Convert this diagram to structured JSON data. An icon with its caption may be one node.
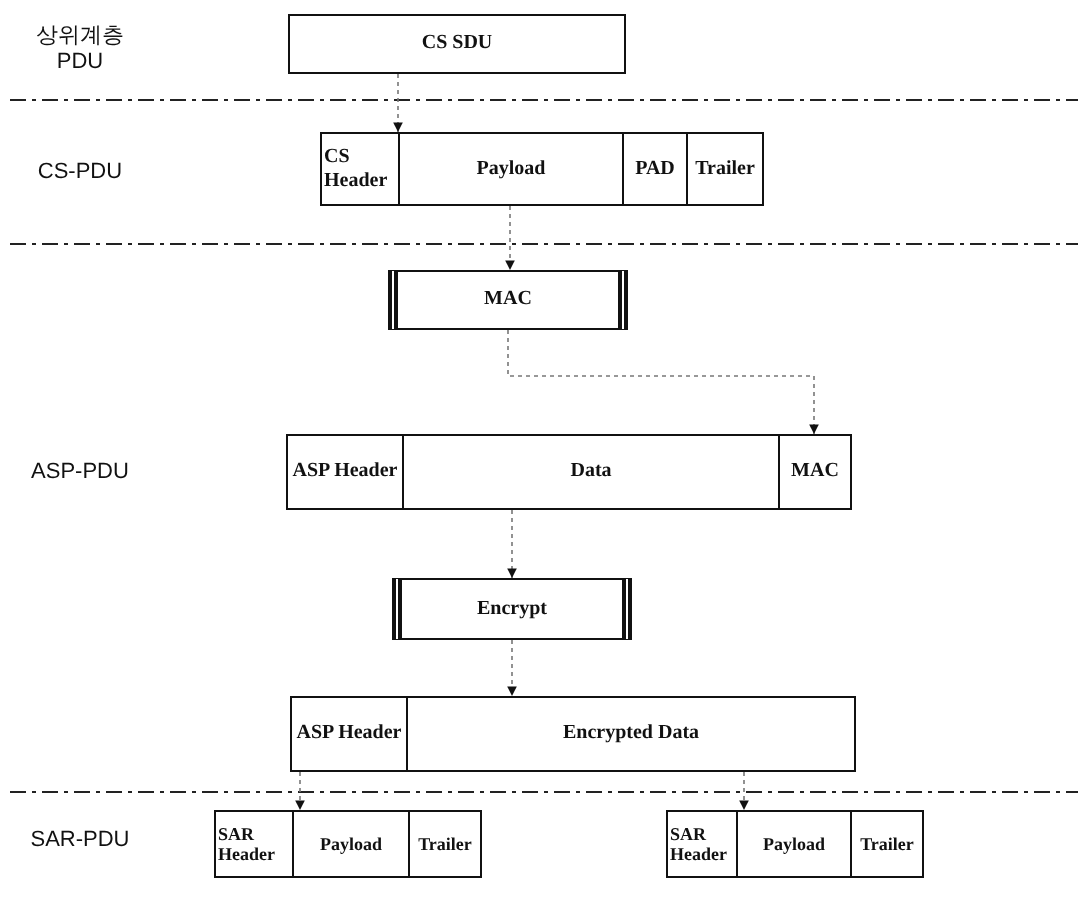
{
  "diagram": {
    "nodes": [
      {
        "text": [
          "CS SDU"
        ]
      },
      {
        "text": [
          "CS Header"
        ]
      },
      {
        "text": [
          "Payload"
        ]
      },
      {
        "text": [
          "PAD"
        ]
      },
      {
        "text": [
          "Trailer"
        ]
      },
      {
        "text": [
          "MAC"
        ]
      },
      {
        "text": [
          "ASP Header"
        ]
      },
      {
        "text": [
          "Data"
        ]
      },
      {
        "text": [
          "MAC"
        ]
      },
      {
        "text": [
          "Encrypt"
        ]
      },
      {
        "text": [
          "ASP Header"
        ]
      },
      {
        "text": [
          "Encrypted Data"
        ]
      },
      {
        "text": [
          "SAR Header"
        ]
      },
      {
        "text": [
          "Payload"
        ]
      },
      {
        "text": [
          "Trailer"
        ]
      },
      {
        "text": [
          "SAR Header"
        ]
      },
      {
        "text": [
          "Payload"
        ]
      },
      {
        "text": [
          "Trailer"
        ]
      }
    ],
    "edges": [
      {
        "from": 0,
        "to": 2,
        "arrow": "to"
      },
      {
        "from": 2,
        "to": 5,
        "arrow": "to"
      },
      {
        "from": 5,
        "to": 8,
        "arrow": "to"
      },
      {
        "from": 7,
        "to": 9,
        "arrow": "to"
      },
      {
        "from": 9,
        "to": 11,
        "arrow": "to"
      },
      {
        "from": 10,
        "to": 13,
        "arrow": "to"
      },
      {
        "from": 11,
        "to": 16,
        "arrow": "to"
      }
    ],
    "labels": [
      "상위계층 PDU",
      "CS-PDU",
      "ASP-PDU",
      "SAR-PDU"
    ]
  }
}
